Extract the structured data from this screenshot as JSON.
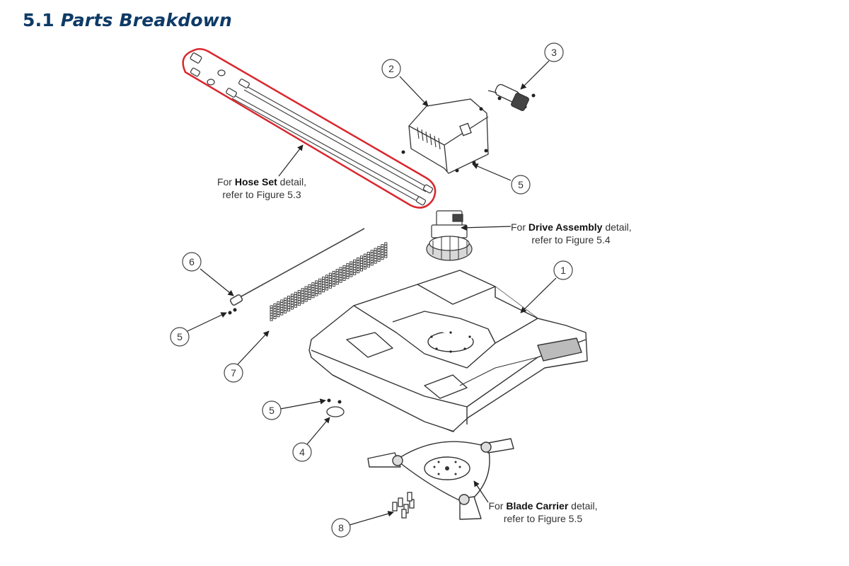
{
  "page": {
    "title_number": "5.1",
    "title_text": "Parts Breakdown"
  },
  "callouts": {
    "hose": {
      "prefix": "For ",
      "bold": "Hose Set",
      "suffix": " detail,",
      "line2": "refer to Figure 5.3"
    },
    "drive": {
      "prefix": "For ",
      "bold": "Drive Assembly",
      "suffix": " detail,",
      "line2": "refer to Figure 5.4"
    },
    "blade": {
      "prefix": "For ",
      "bold": "Blade Carrier",
      "suffix": " detail,",
      "line2": "refer to Figure 5.5"
    }
  },
  "balloons": [
    "1",
    "2",
    "3",
    "4",
    "5",
    "5",
    "5",
    "5",
    "6",
    "7",
    "8"
  ],
  "colors": {
    "title": "#0e3a66",
    "highlight": "#d9272e",
    "line": "#333333"
  }
}
